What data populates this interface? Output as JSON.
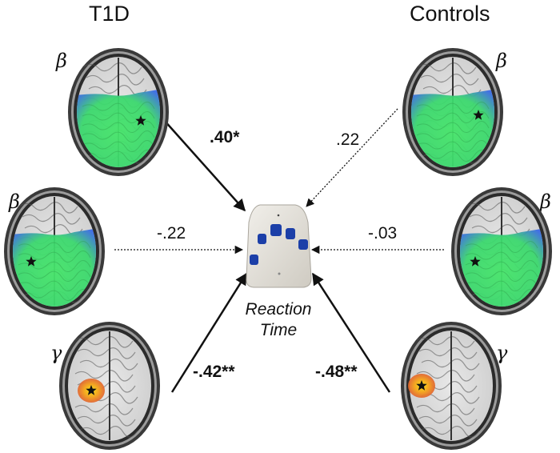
{
  "columns": {
    "left_title": "T1D",
    "right_title": "Controls"
  },
  "center": {
    "label_line1": "Reaction",
    "label_line2": "Time"
  },
  "panels": {
    "left_top": {
      "band": "β",
      "type": "beta"
    },
    "left_middle": {
      "band": "β",
      "type": "beta"
    },
    "left_bottom": {
      "band": "γ",
      "type": "gamma"
    },
    "right_top": {
      "band": "β",
      "type": "beta"
    },
    "right_middle": {
      "band": "β",
      "type": "beta"
    },
    "right_bottom": {
      "band": "γ",
      "type": "gamma"
    }
  },
  "paths": [
    {
      "from": "left_top",
      "coefficient": ".40*",
      "significant": true,
      "style": "solid"
    },
    {
      "from": "left_middle",
      "coefficient": "-.22",
      "significant": false,
      "style": "dotted"
    },
    {
      "from": "left_bottom",
      "coefficient": "-.42**",
      "significant": true,
      "style": "solid"
    },
    {
      "from": "right_top",
      "coefficient": ".22",
      "significant": false,
      "style": "dotted"
    },
    {
      "from": "right_middle",
      "coefficient": "-.03",
      "significant": false,
      "style": "dotted"
    },
    {
      "from": "right_bottom",
      "coefficient": "-.48**",
      "significant": true,
      "style": "solid"
    }
  ],
  "colors": {
    "beta_fill": "#3ee06a",
    "beta_edge": "#3a6ee8",
    "gamma_fill": "#f5d21a",
    "gamma_edge": "#e2622a",
    "star": "#111111"
  }
}
